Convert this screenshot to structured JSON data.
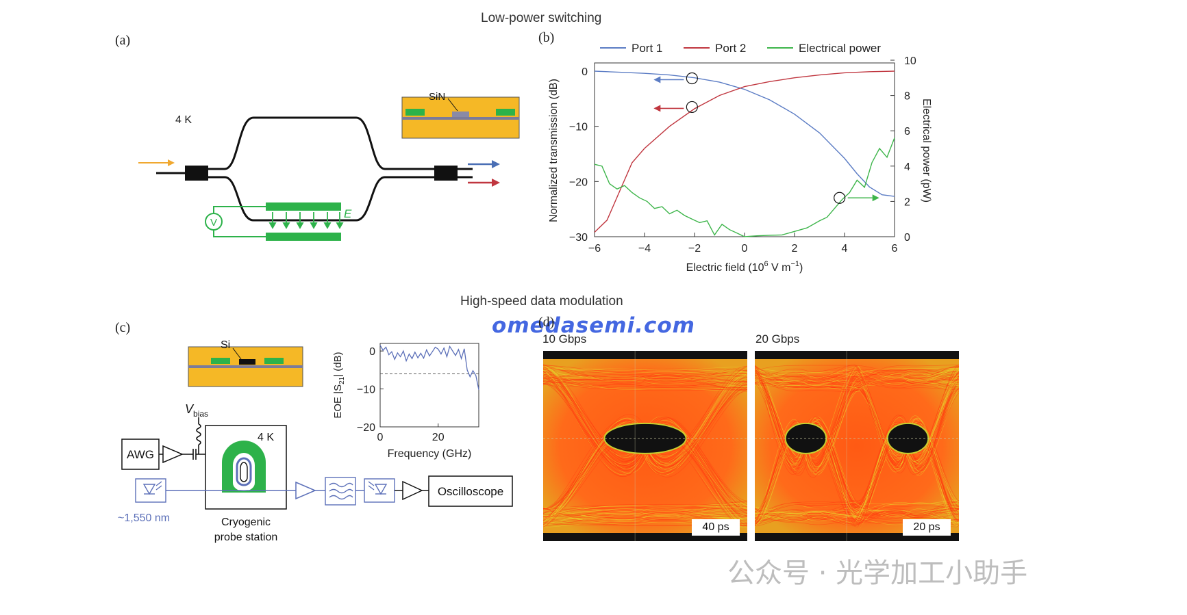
{
  "sections": {
    "top_title": "Low-power switching",
    "bottom_title": "High-speed data modulation"
  },
  "panels": {
    "a": "(a)",
    "b": "(b)",
    "c": "(c)",
    "d": "(d)"
  },
  "panel_a": {
    "temp": "4 K",
    "material": "SiN",
    "field_label": "E",
    "voltage_label": "V"
  },
  "panel_c": {
    "material": "Si",
    "vbias": "V",
    "vbias_sub": "bias",
    "awg": "AWG",
    "temp": "4 K",
    "oscilloscope": "Oscilloscope",
    "wavelength": "~1,550 nm",
    "station_line1": "Cryogenic",
    "station_line2": "probe station"
  },
  "panel_d": {
    "left_title": "10 Gbps",
    "right_title": "20 Gbps",
    "left_scale": "40 ps",
    "right_scale": "20 ps"
  },
  "watermark": "omedasemi.com",
  "wechat_mark": "公众号 · 光学加工小助手",
  "colors": {
    "port1": "#5b7cc4",
    "port2": "#c0363f",
    "power": "#3db54a",
    "fiber": "#5b6fb8",
    "gold": "#f5b826",
    "electrode": "#2db24a"
  },
  "chart_data": [
    {
      "type": "line",
      "panel": "b",
      "xlabel": "Electric field (10",
      "xlabel_sup": "6",
      "xlabel_tail": " V m",
      "xlabel_sup2": "−1",
      "xlabel_end": ")",
      "ylabel": "Normalized transmission (dB)",
      "y2label": "Electrical power (pW)",
      "xlim": [
        -6,
        6
      ],
      "ylim": [
        -30,
        0
      ],
      "y2lim": [
        0,
        10
      ],
      "xticks": [
        "−6",
        "−4",
        "−2",
        "0",
        "2",
        "4",
        "6"
      ],
      "yticks": [
        "0",
        "−10",
        "−20",
        "−30"
      ],
      "y2ticks": [
        "10",
        "8",
        "6",
        "4",
        "2",
        "0"
      ],
      "legend_position": "top",
      "series": [
        {
          "name": "Port 1",
          "axis": "left",
          "x": [
            -6,
            -5,
            -4,
            -3,
            -2,
            -1,
            0,
            1,
            2,
            3,
            4,
            4.5,
            5,
            5.5,
            6
          ],
          "y": [
            0,
            -0.2,
            -0.4,
            -0.7,
            -1.2,
            -2.0,
            -3.3,
            -5.2,
            -7.8,
            -11.2,
            -15.8,
            -18.6,
            -21.0,
            -22.4,
            -22.7
          ]
        },
        {
          "name": "Port 2",
          "axis": "left",
          "x": [
            -6,
            -5.5,
            -5,
            -4.5,
            -4,
            -3,
            -2,
            -1,
            0,
            1,
            2,
            3,
            4,
            5,
            6
          ],
          "y": [
            -29.2,
            -27.0,
            -21.8,
            -16.6,
            -14.0,
            -10.0,
            -6.8,
            -4.4,
            -2.8,
            -1.9,
            -1.2,
            -0.7,
            -0.3,
            -0.1,
            0
          ]
        },
        {
          "name": "Electrical power",
          "axis": "right",
          "x": [
            -6,
            -5.7,
            -5.4,
            -5.1,
            -4.8,
            -4.5,
            -4.2,
            -3.9,
            -3.6,
            -3.3,
            -3.0,
            -2.7,
            -2.4,
            -2.1,
            -1.8,
            -1.5,
            -1.2,
            -0.9,
            -0.6,
            -0.3,
            0,
            0.5,
            1.0,
            1.5,
            2.0,
            2.5,
            3.0,
            3.3,
            3.6,
            3.9,
            4.2,
            4.5,
            4.8,
            5.1,
            5.4,
            5.7,
            6.0
          ],
          "y": [
            4.1,
            4.0,
            3.0,
            2.7,
            2.9,
            2.5,
            2.2,
            2.0,
            1.6,
            1.7,
            1.3,
            1.5,
            1.2,
            1.0,
            0.8,
            0.9,
            0.1,
            0.7,
            0.4,
            0.2,
            0.0,
            0.05,
            0.08,
            0.1,
            0.3,
            0.5,
            0.9,
            1.1,
            1.6,
            2.1,
            2.5,
            3.2,
            2.8,
            4.2,
            5.0,
            4.5,
            5.6
          ]
        }
      ],
      "annotations": [
        {
          "x": -2.1,
          "y": -1.3,
          "arrow": "left",
          "series": "Port 1"
        },
        {
          "x": -2.1,
          "y": -6.5,
          "arrow": "left",
          "series": "Port 2"
        },
        {
          "x": 3.8,
          "y": 2.2,
          "arrow": "right",
          "series": "Electrical power"
        }
      ]
    },
    {
      "type": "line",
      "panel": "c-inset",
      "xlabel": "Frequency (GHz)",
      "ylabel": "EOE |S",
      "ylabel_sub": "21",
      "ylabel_tail": "| (dB)",
      "xlim": [
        0,
        34
      ],
      "ylim": [
        -20,
        2
      ],
      "xticks": [
        "0",
        "20"
      ],
      "yticks": [
        "0",
        "−10",
        "−20"
      ],
      "reference_level": -6,
      "series": [
        {
          "x": [
            0,
            1,
            2,
            3,
            4,
            5,
            6,
            7,
            8,
            9,
            10,
            11,
            12,
            13,
            14,
            15,
            16,
            17,
            18,
            19,
            20,
            21,
            22,
            23,
            24,
            25,
            26,
            27,
            28,
            29,
            30,
            31,
            32,
            33,
            34
          ],
          "y": [
            1.5,
            0.2,
            1.0,
            -1.0,
            -0.2,
            -2.2,
            -0.5,
            -1.5,
            0.0,
            -2.6,
            -0.8,
            -2.0,
            -0.3,
            -1.8,
            -0.6,
            -1.9,
            0.3,
            -1.3,
            -0.2,
            1.0,
            0.5,
            -0.8,
            0.8,
            -1.5,
            1.2,
            0.0,
            -1.2,
            0.4,
            -2.0,
            0.6,
            -5.0,
            -6.8,
            -5.2,
            -6.5,
            -10.2
          ]
        }
      ]
    }
  ]
}
